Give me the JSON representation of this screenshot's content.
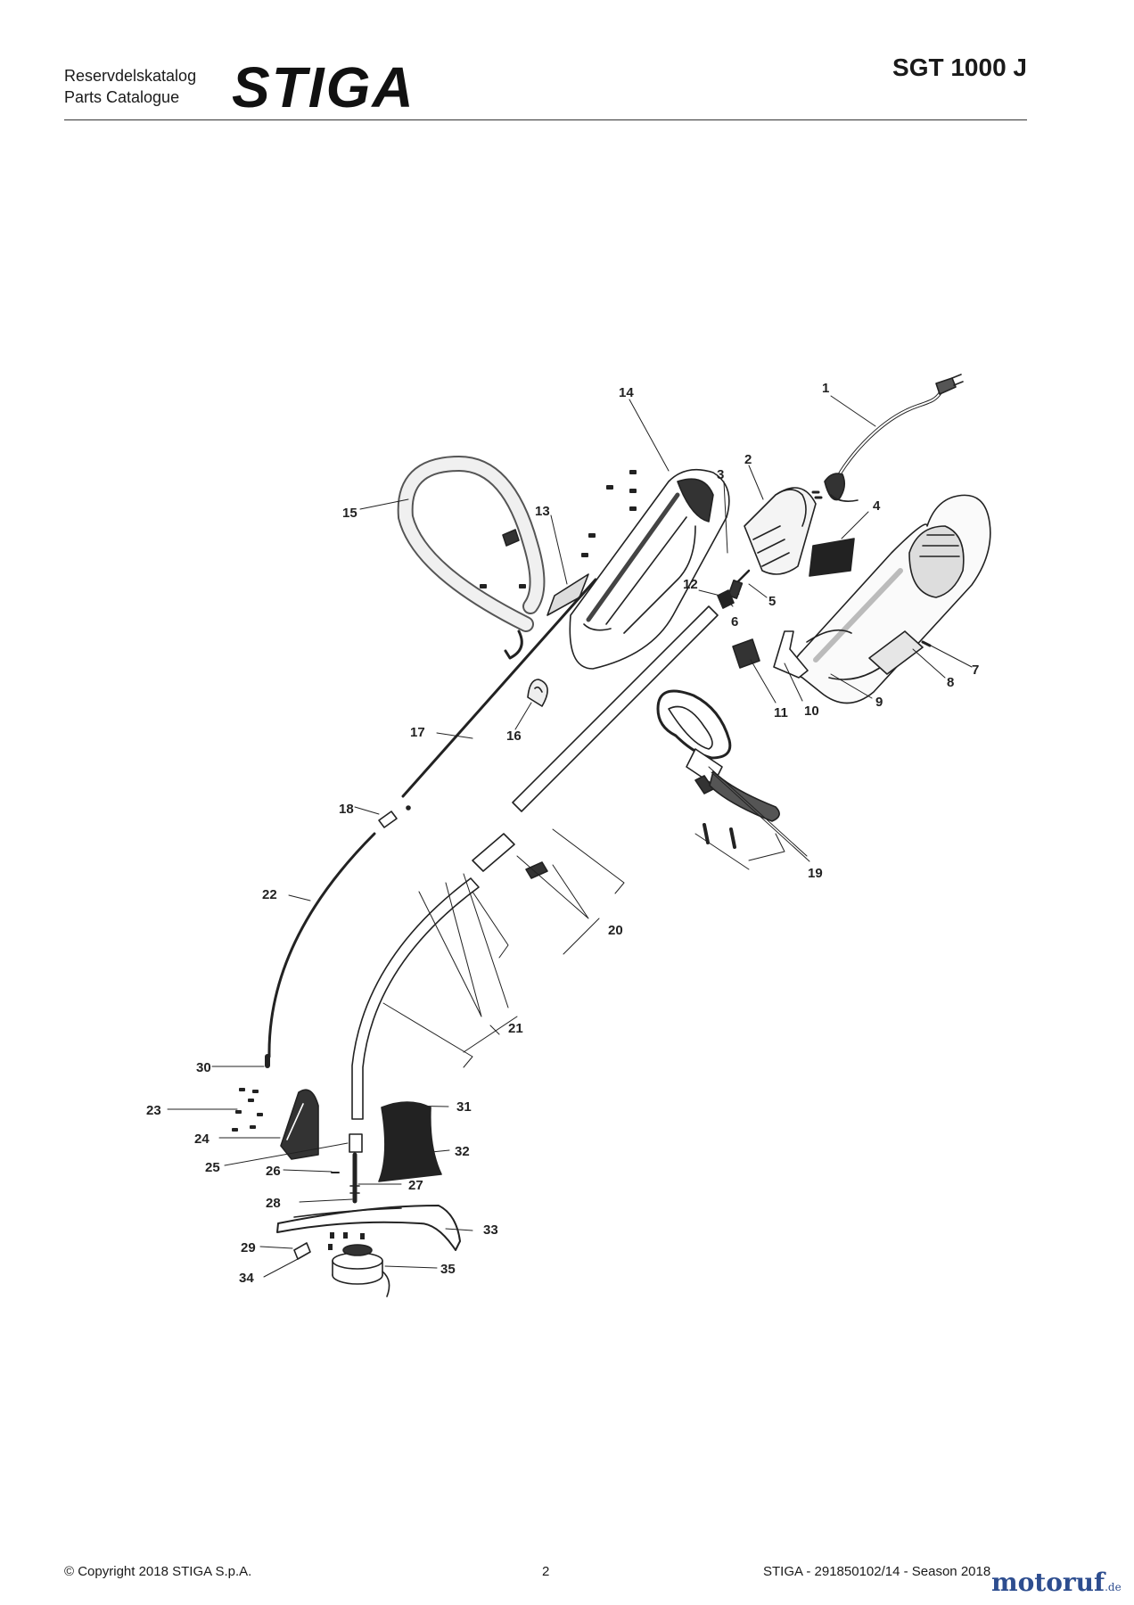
{
  "header": {
    "subtitle_line1": "Reservdelskatalog",
    "subtitle_line2": "Parts Catalogue",
    "brand": "STIGA",
    "model": "SGT 1000 J"
  },
  "footer": {
    "copyright": "© Copyright 2018 STIGA S.p.A.",
    "page_number": "2",
    "doc_ref": "STIGA - 291850102/14 - Season 2018",
    "watermark_main": "motoruf",
    "watermark_tld": ".de"
  },
  "callouts": [
    "1",
    "2",
    "3",
    "4",
    "5",
    "6",
    "7",
    "8",
    "9",
    "10",
    "11",
    "12",
    "13",
    "14",
    "15",
    "16",
    "17",
    "18",
    "19",
    "20",
    "21",
    "22",
    "23",
    "24",
    "25",
    "26",
    "27",
    "28",
    "29",
    "30",
    "31",
    "32",
    "33",
    "34",
    "35"
  ]
}
